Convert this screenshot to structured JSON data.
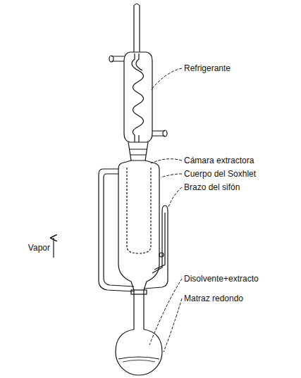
{
  "diagram": {
    "labels": [
      "Refrigerante",
      "Cámara extractora",
      "Cuerpo del Soxhlet",
      "Brazo del sifón",
      "Vapor",
      "Disolvente+extracto",
      "Matraz redondo"
    ]
  }
}
